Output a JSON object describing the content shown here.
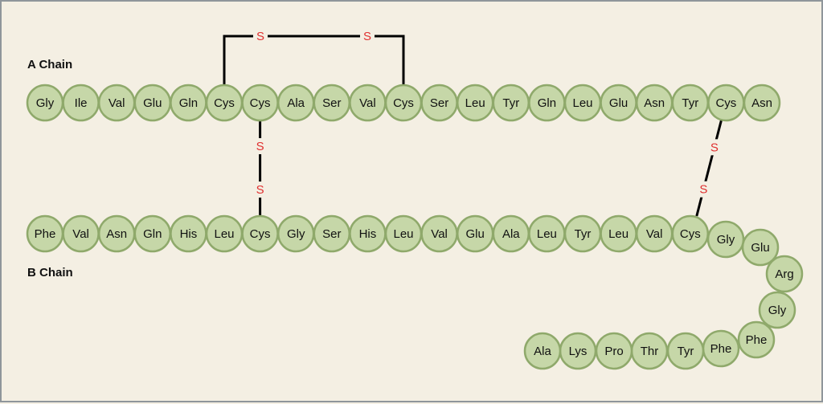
{
  "labels": {
    "a_chain": "A Chain",
    "b_chain": "B Chain"
  },
  "a_chain": [
    "Gly",
    "Ile",
    "Val",
    "Glu",
    "Gln",
    "Cys",
    "Cys",
    "Ala",
    "Ser",
    "Val",
    "Cys",
    "Ser",
    "Leu",
    "Tyr",
    "Gln",
    "Leu",
    "Glu",
    "Asn",
    "Tyr",
    "Cys",
    "Asn"
  ],
  "b_chain": [
    "Phe",
    "Val",
    "Asn",
    "Gln",
    "His",
    "Leu",
    "Cys",
    "Gly",
    "Ser",
    "His",
    "Leu",
    "Val",
    "Glu",
    "Ala",
    "Leu",
    "Tyr",
    "Leu",
    "Val",
    "Cys",
    "Gly",
    "Glu",
    "Arg",
    "Gly",
    "Phe",
    "Phe",
    "Tyr",
    "Thr",
    "Pro",
    "Lys",
    "Ala"
  ],
  "sulfur_label": "S",
  "disulfide_bonds": [
    {
      "name": "intra-a-cys6-cys11",
      "from": [
        "A",
        6
      ],
      "to": [
        "A",
        11
      ]
    },
    {
      "name": "a-cys7-b-cys7",
      "from": [
        "A",
        7
      ],
      "to": [
        "B",
        7
      ]
    },
    {
      "name": "a-cys20-b-cys19",
      "from": [
        "A",
        20
      ],
      "to": [
        "B",
        19
      ]
    }
  ],
  "colors": {
    "residue_fill": "#c6d7a8",
    "residue_stroke": "#8fa96b",
    "sulfur": "#e03030",
    "background": "#f4efe3"
  }
}
